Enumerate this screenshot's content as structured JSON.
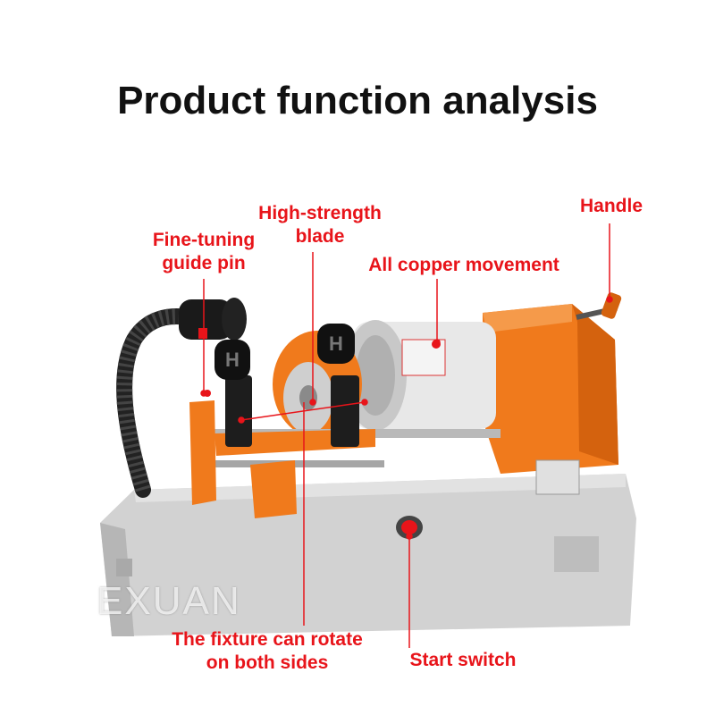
{
  "title": "Product function analysis",
  "labels": {
    "handle": "Handle",
    "blade_line1": "High-strength",
    "blade_line2": "blade",
    "guide_line1": "Fine-tuning",
    "guide_line2": "guide pin",
    "movement": "All copper movement",
    "fixture_line1": "The fixture can rotate",
    "fixture_line2": "on both sides",
    "start_switch": "Start switch"
  },
  "watermark": "EXUAN",
  "colors": {
    "label": "#e8141a",
    "machine_orange": "#f07a1c",
    "base_gray": "#cfcfcf"
  }
}
